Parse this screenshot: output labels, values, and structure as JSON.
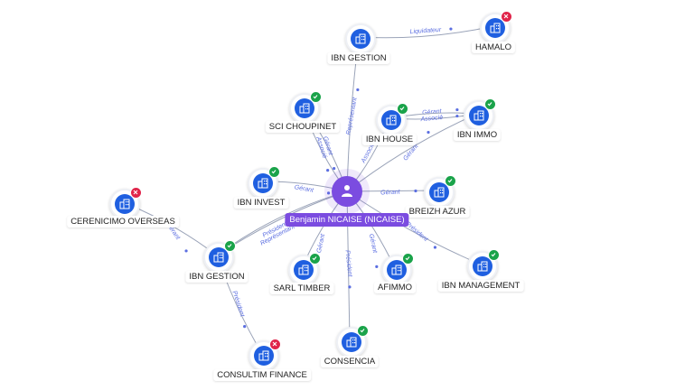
{
  "center": {
    "label": "Benjamin NICAISE (NICAISE)",
    "icon": "person-icon",
    "color": "#7b4ce0"
  },
  "colors": {
    "company": "#1f5fe0",
    "active": "#1aa34a",
    "closed": "#e0244a",
    "edge_label": "#5b6ee1"
  },
  "nodes": [
    {
      "id": "ibn-gestion-top",
      "label": "IBN GESTION",
      "status": "none"
    },
    {
      "id": "hamalo",
      "label": "HAMALO",
      "status": "closed"
    },
    {
      "id": "sci-choupinet",
      "label": "SCI CHOUPINET",
      "status": "active"
    },
    {
      "id": "ibn-house",
      "label": "IBN HOUSE",
      "status": "active"
    },
    {
      "id": "ibn-immo",
      "label": "IBN IMMO",
      "status": "active"
    },
    {
      "id": "ibn-invest",
      "label": "IBN INVEST",
      "status": "active"
    },
    {
      "id": "breizh-azur",
      "label": "BREIZH AZUR",
      "status": "active"
    },
    {
      "id": "cerenicimo",
      "label": "CERENICIMO OVERSEAS",
      "status": "closed"
    },
    {
      "id": "ibn-gestion-left",
      "label": "IBN GESTION",
      "status": "active"
    },
    {
      "id": "sarl-timber",
      "label": "SARL TIMBER",
      "status": "active"
    },
    {
      "id": "afimmo",
      "label": "AFIMMO",
      "status": "active"
    },
    {
      "id": "ibn-management",
      "label": "IBN MANAGEMENT",
      "status": "active"
    },
    {
      "id": "consultim",
      "label": "CONSULTIM FINANCE",
      "status": "closed"
    },
    {
      "id": "consencia",
      "label": "CONSENCIA",
      "status": "active"
    }
  ],
  "edges": [
    {
      "from": "ibn-gestion-top",
      "to": "hamalo",
      "label": "Liquidateur"
    },
    {
      "from": "center",
      "to": "ibn-gestion-top",
      "label": "Représentant"
    },
    {
      "from": "center",
      "to": "sci-choupinet",
      "label": "Gérant"
    },
    {
      "from": "center",
      "to": "sci-choupinet",
      "label": "Associé"
    },
    {
      "from": "center",
      "to": "ibn-house",
      "label": "Associé"
    },
    {
      "from": "ibn-immo",
      "to": "ibn-house",
      "label": "Gérant"
    },
    {
      "from": "ibn-immo",
      "to": "ibn-house",
      "label": "Associé"
    },
    {
      "from": "center",
      "to": "ibn-immo",
      "label": "Gérant"
    },
    {
      "from": "center",
      "to": "ibn-invest",
      "label": "Gérant"
    },
    {
      "from": "center",
      "to": "breizh-azur",
      "label": "Gérant"
    },
    {
      "from": "center",
      "to": "ibn-gestion-left",
      "label": "Président"
    },
    {
      "from": "center",
      "to": "ibn-gestion-left",
      "label": "Représentant"
    },
    {
      "from": "ibn-gestion-left",
      "to": "cerenicimo",
      "label": "Gérant"
    },
    {
      "from": "center",
      "to": "sarl-timber",
      "label": "Gérant"
    },
    {
      "from": "center",
      "to": "afimmo",
      "label": "Gérant"
    },
    {
      "from": "center",
      "to": "ibn-management",
      "label": "Président"
    },
    {
      "from": "ibn-gestion-left",
      "to": "consultim",
      "label": "Président"
    },
    {
      "from": "center",
      "to": "consencia",
      "label": "Président"
    }
  ]
}
